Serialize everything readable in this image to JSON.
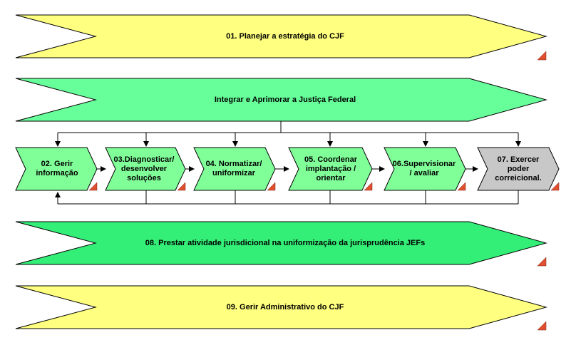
{
  "colors": {
    "yellow": "#ffff80",
    "green_light": "#80ff99",
    "green_band": "#66ff99",
    "green_strong": "#33ee77",
    "gray": "#c8c8c8",
    "marker": "#e05030",
    "line": "#000000"
  },
  "processes": {
    "p01": "01. Planejar a estratégia do CJF",
    "main": "Integrar e Aprimorar a Justiça Federal",
    "p08": "08. Prestar atividade jurisdicional na uniformização da jurisprudência JEFs",
    "p09": "09. Gerir Administrativo do CJF"
  },
  "steps": [
    {
      "label": "02. Gerir\ninformação"
    },
    {
      "label": "03.Diagnosticar/\ndesenvolver\nsoluções"
    },
    {
      "label": "04. Normatizar/\nuniformizar"
    },
    {
      "label": "05. Coordenar\nimplantação /\norientar"
    },
    {
      "label": "06.Supervisionar\n/ avaliar"
    },
    {
      "label": "07. Exercer\npoder\ncorreicional."
    }
  ]
}
